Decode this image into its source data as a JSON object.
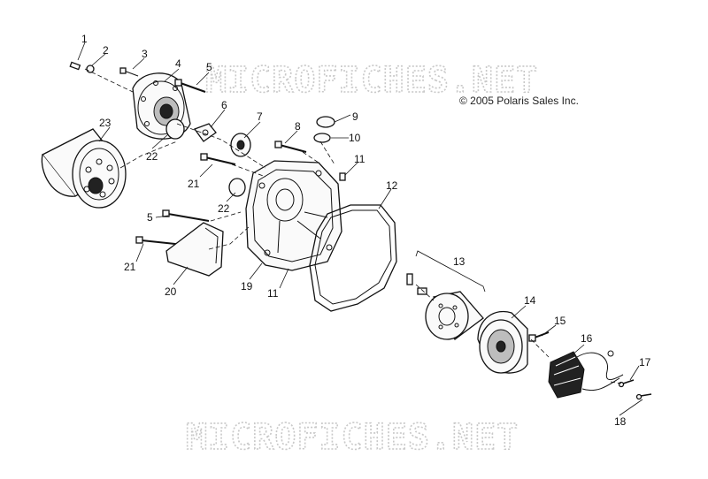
{
  "copyright": "© 2005 Polaris Sales Inc.",
  "watermark": "MICROFICHES.NET",
  "callouts": {
    "c1": "1",
    "c2": "2",
    "c3": "3",
    "c4": "4",
    "c5a": "5",
    "c6": "6",
    "c7": "7",
    "c8": "8",
    "c9": "9",
    "c10": "10",
    "c11a": "11",
    "c12": "12",
    "c13": "13",
    "c14": "14",
    "c15": "15",
    "c16": "16",
    "c17": "17",
    "c18": "18",
    "c19": "19",
    "c20": "20",
    "c21a": "21",
    "c22a": "22",
    "c22b": "22",
    "c23": "23",
    "c5b": "5",
    "c21b": "21",
    "c11b": "11"
  }
}
